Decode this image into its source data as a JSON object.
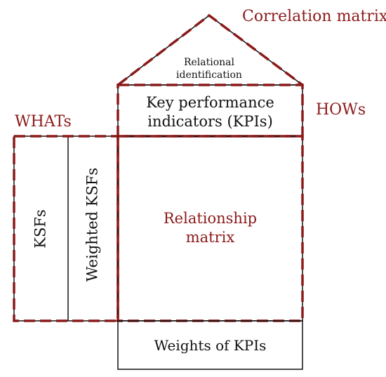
{
  "labels": {
    "correlation_matrix": "Correlation matrix",
    "hows": "HOWs",
    "whats": "WHATs",
    "relational_identification_line1": "Relational",
    "relational_identification_line2": "identification",
    "kpis_line1": "Key performance",
    "kpis_line2": "indicators (KPIs)",
    "ksfs": "KSFs",
    "weighted_ksfs": "Weighted  KSFs",
    "relationship_matrix_line1": "Relationship",
    "relationship_matrix_line2": "matrix",
    "weights_of_kpis": "Weights of KPIs"
  },
  "colors": {
    "accent_red": "#8b1a1a",
    "outline": "#111111"
  }
}
